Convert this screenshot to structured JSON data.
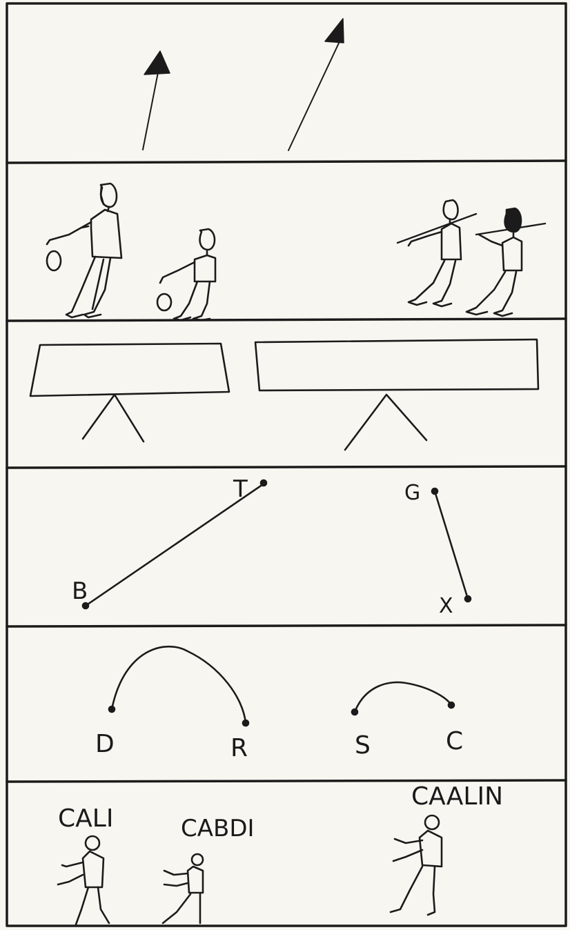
{
  "panel4": {
    "letters": [
      "T",
      "B",
      "G",
      "X"
    ]
  },
  "panel5": {
    "letters": [
      "D",
      "R",
      "S",
      "C"
    ]
  },
  "panel6": {
    "names": [
      "CALI",
      "CABDI",
      "CAALIN"
    ]
  }
}
